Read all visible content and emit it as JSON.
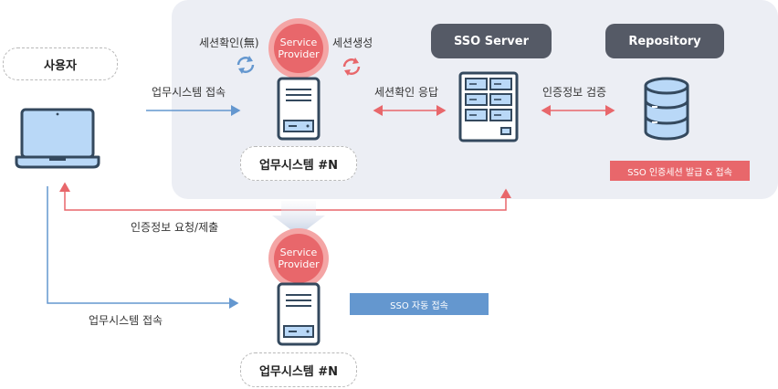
{
  "user": {
    "label": "사용자"
  },
  "server_left": {
    "session_check": "세션확인(無)",
    "session_create": "세션생성",
    "sp_line1": "Service",
    "sp_line2": "Provider",
    "system_label": "업무시스템 #N"
  },
  "sso_server": {
    "label": "SSO Server"
  },
  "repository": {
    "label": "Repository"
  },
  "edges": {
    "access_top": "업무시스템 접속",
    "session_reply": "세션확인 응답",
    "credential_verify": "인증정보 검증",
    "credential_request": "인증정보 요청/제출",
    "access_bottom": "업무시스템 접속"
  },
  "badges": {
    "sso_issue": "SSO 인증세션 발급 & 접속",
    "sso_auto": "SSO 자동 접속"
  },
  "server_bottom": {
    "sp_line1": "Service",
    "sp_line2": "Provider",
    "system_label": "업무시스템 #N"
  },
  "colors": {
    "panel": "#eceef4",
    "red": "#e8676b",
    "blue": "#6497cf",
    "dark": "#555a66",
    "icon_fill": "#b9d8f7",
    "icon_stroke": "#34495e"
  }
}
